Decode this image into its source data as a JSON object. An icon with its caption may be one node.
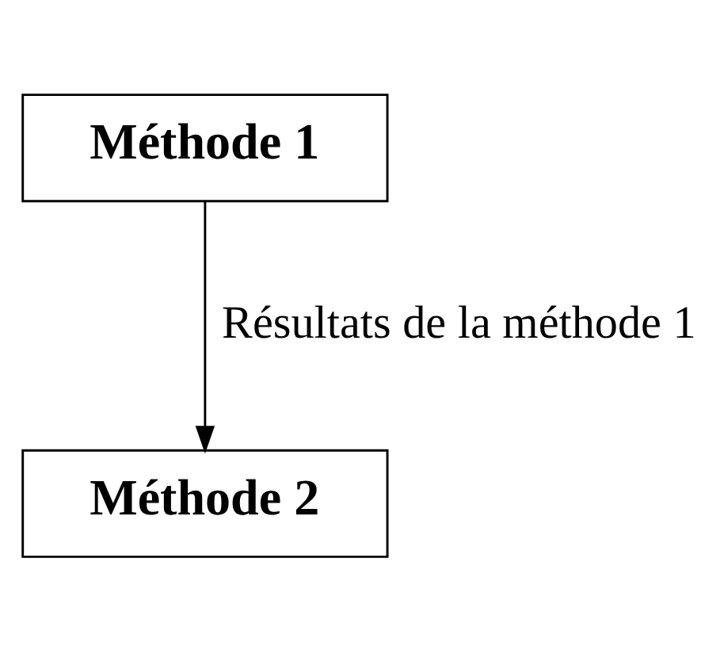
{
  "diagram": {
    "nodes": [
      {
        "text": [
          "Méthode 1"
        ]
      },
      {
        "text": [
          "Méthode 2"
        ]
      }
    ],
    "edges": [
      {
        "from": 0,
        "to": 1,
        "arrow": "to",
        "label": "Résultats de la méthode 1"
      }
    ]
  }
}
